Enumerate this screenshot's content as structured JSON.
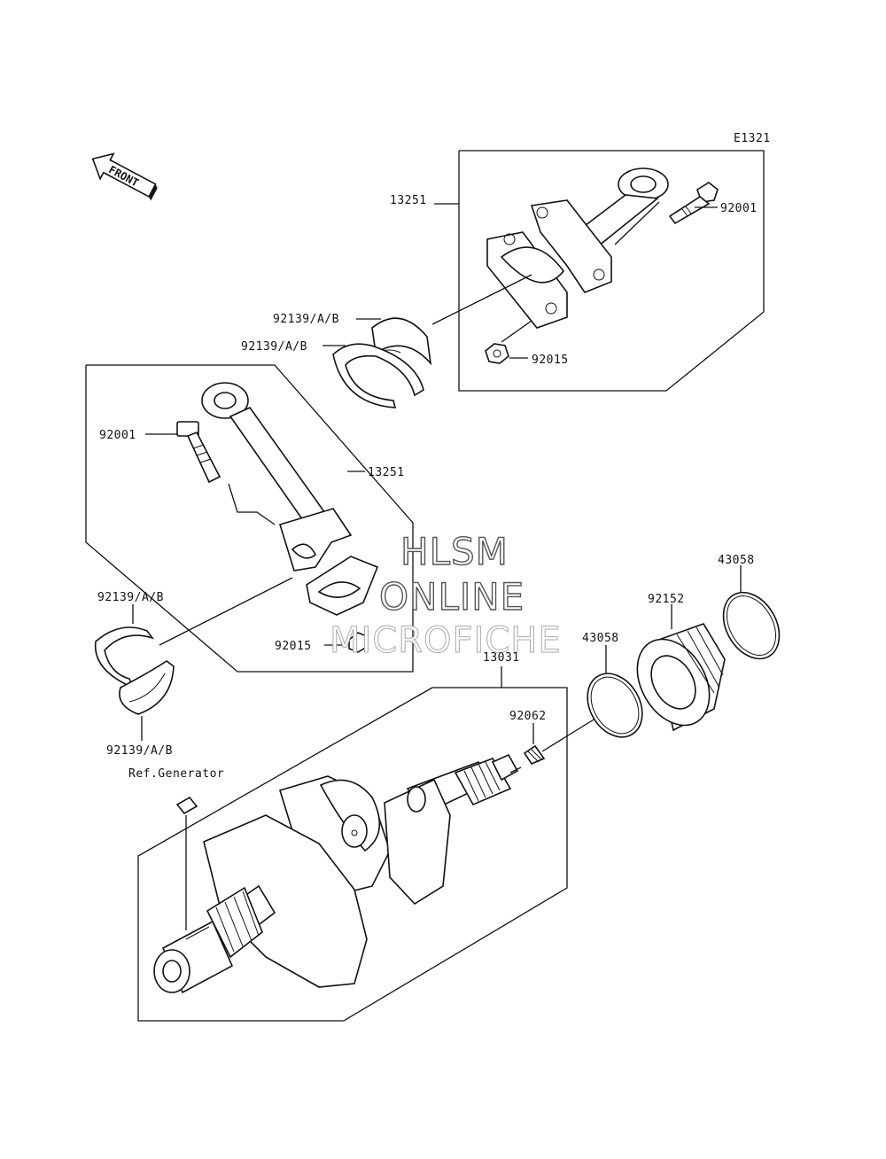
{
  "diagram_id": "E1321",
  "front_label": "FRONT",
  "watermark": {
    "line1": "HLSM",
    "line2": "ONLINE",
    "line3": "MICROFICHE"
  },
  "callouts": {
    "rod_upper": "13251",
    "bolt_upper": "92001",
    "nut_upper": "92015",
    "bearing_upper_1": "92139/A/B",
    "bearing_upper_2": "92139/A/B",
    "bolt_lower": "92001",
    "rod_lower": "13251",
    "bearing_left_top": "92139/A/B",
    "nut_lower": "92015",
    "bearing_left_bottom": "92139/A/B",
    "crankshaft": "13031",
    "plug": "92062",
    "ref_generator": "Ref.Generator",
    "oring_left": "43058",
    "collar": "92152",
    "oring_right": "43058"
  }
}
